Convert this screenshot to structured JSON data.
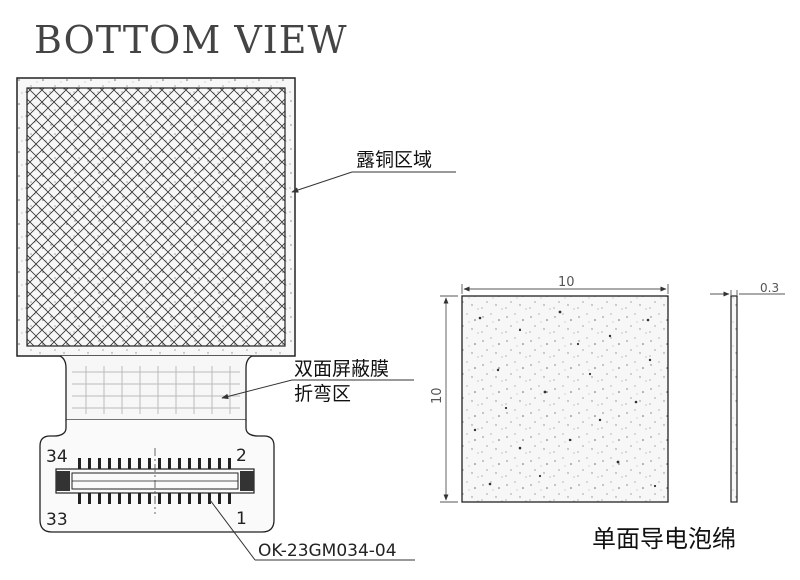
{
  "drawing": {
    "title": "BOTTOM VIEW",
    "labels": {
      "exposed_copper": "露铜区域",
      "shield_line1": "双面屏蔽膜",
      "shield_line2": "折弯区",
      "part_number": "OK-23GM034-04",
      "foam": "单面导电泡绵"
    },
    "pins": {
      "top_left": "34",
      "top_right": "2",
      "bottom_left": "33",
      "bottom_right": "1"
    },
    "dimensions": {
      "width": "10",
      "height": "10",
      "thickness": "0.3"
    },
    "colors": {
      "line": "#222222",
      "speckle_fill": "#f3f3f3",
      "dot": "#555555"
    }
  }
}
